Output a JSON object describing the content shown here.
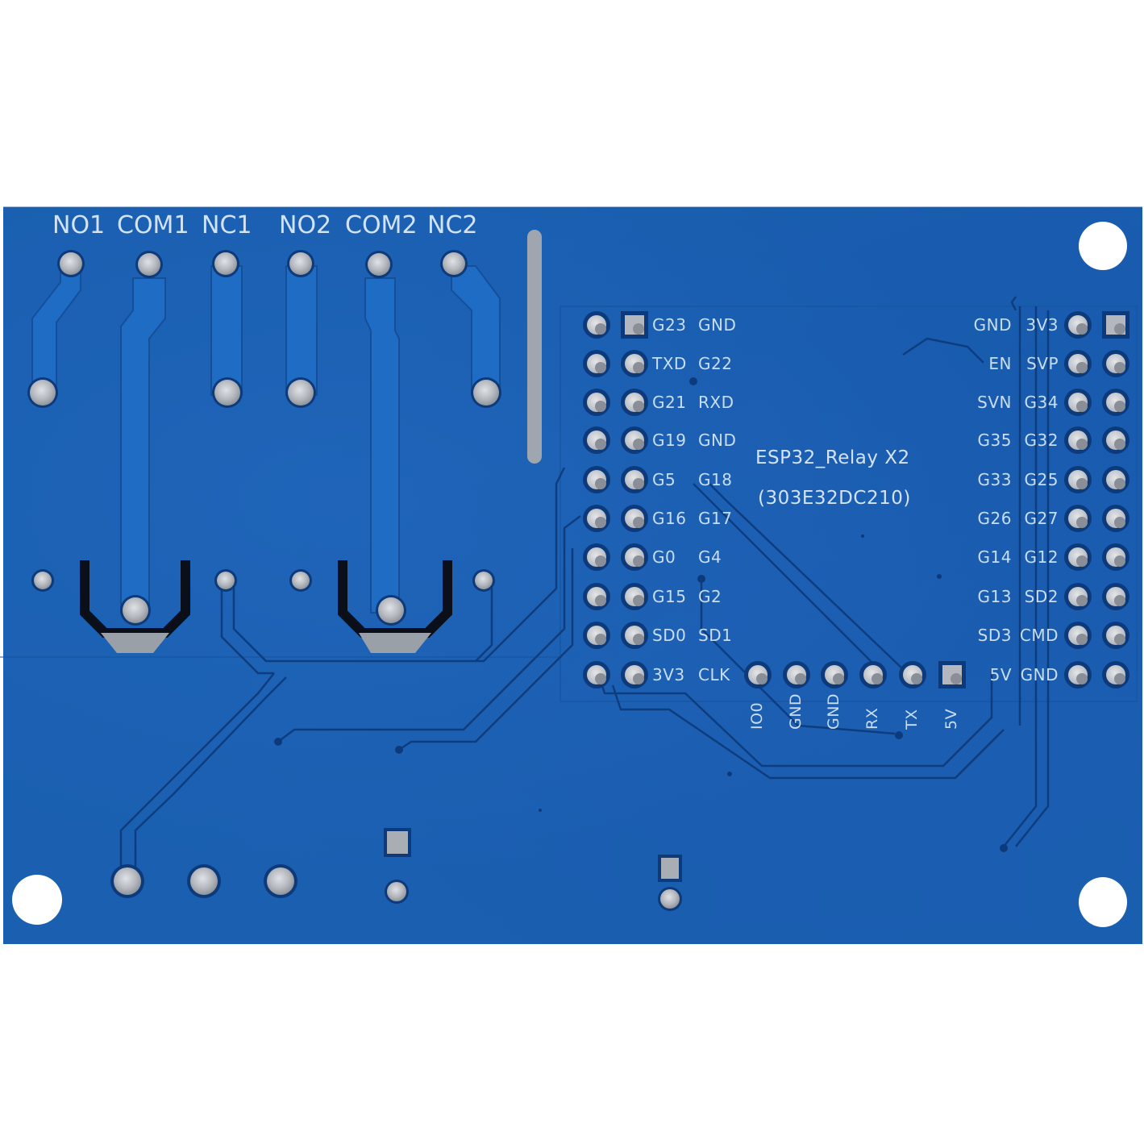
{
  "board": {
    "name": "ESP32_Relay X2",
    "part_code": "(303E32DC210)",
    "colors": {
      "solder_mask": "#1a5fb0",
      "trace": "#1f6cc4",
      "trace_edge": "#0d3a7a",
      "silkscreen": "#c9ddf3",
      "pad": "#b9bcc2",
      "background": "#ffffff"
    }
  },
  "relay_terminals": {
    "labels": [
      "NO1",
      "COM1",
      "NC1",
      "NO2",
      "COM2",
      "NC2"
    ]
  },
  "header_left": {
    "rows": [
      {
        "inner": "G23",
        "outer": "GND"
      },
      {
        "inner": "TXD",
        "outer": "G22"
      },
      {
        "inner": "G21",
        "outer": "RXD"
      },
      {
        "inner": "G19",
        "outer": "GND"
      },
      {
        "inner": "G5",
        "outer": "G18"
      },
      {
        "inner": "G16",
        "outer": "G17"
      },
      {
        "inner": "G0",
        "outer": "G4"
      },
      {
        "inner": "G15",
        "outer": "G2"
      },
      {
        "inner": "SD0",
        "outer": "SD1"
      },
      {
        "inner": "3V3",
        "outer": "CLK"
      }
    ]
  },
  "header_right": {
    "rows": [
      {
        "outer": "GND",
        "inner": "3V3"
      },
      {
        "outer": "EN",
        "inner": "SVP"
      },
      {
        "outer": "SVN",
        "inner": "G34"
      },
      {
        "outer": "G35",
        "inner": "G32"
      },
      {
        "outer": "G33",
        "inner": "G25"
      },
      {
        "outer": "G26",
        "inner": "G27"
      },
      {
        "outer": "G14",
        "inner": "G12"
      },
      {
        "outer": "G13",
        "inner": "SD2"
      },
      {
        "outer": "SD3",
        "inner": "CMD"
      },
      {
        "outer": "5V",
        "inner": "GND"
      }
    ]
  },
  "header_bottom": {
    "labels": [
      "IO0",
      "GND",
      "GND",
      "RX",
      "TX",
      "5V"
    ]
  }
}
